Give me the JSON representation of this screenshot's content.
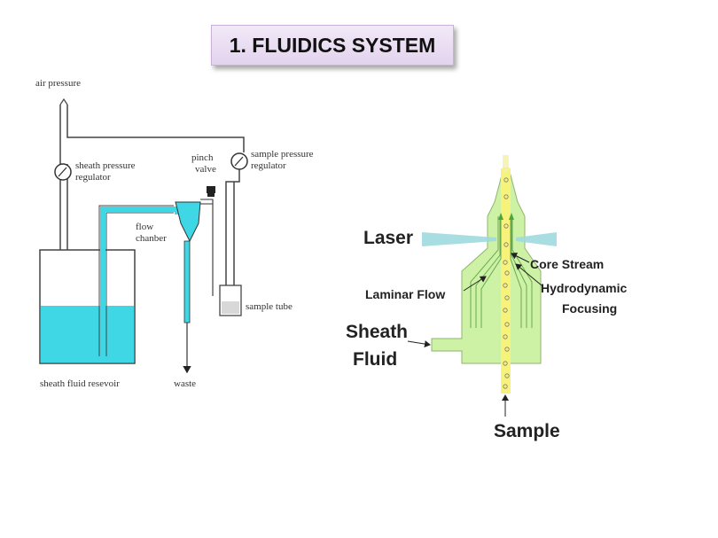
{
  "title": "1. FLUIDICS SYSTEM",
  "left_diagram": {
    "air_pressure": "air pressure",
    "sheath_reg_1": "sheath pressure",
    "sheath_reg_2": "regulator",
    "sample_reg_1": "sample pressure",
    "sample_reg_2": "regulator",
    "pinch_1": "pinch",
    "pinch_2": "valve",
    "flow_1": "flow",
    "flow_2": "chanber",
    "sample_tube": "sample tube",
    "reservoir": "sheath fluid resevoir",
    "waste": "waste"
  },
  "right_diagram": {
    "laser": "Laser",
    "core_stream": "Core Stream",
    "hydro_1": "Hydrodynamic",
    "hydro_2": "Focusing",
    "laminar": "Laminar Flow",
    "sheath_1": "Sheath",
    "sheath_2": "Fluid",
    "sample": "Sample"
  },
  "colors": {
    "fluid": "#3fd6e6",
    "chamber_green": "#cdf2a6",
    "sample_yellow": "#f7f27a",
    "laser_beam": "#9fd9df"
  }
}
